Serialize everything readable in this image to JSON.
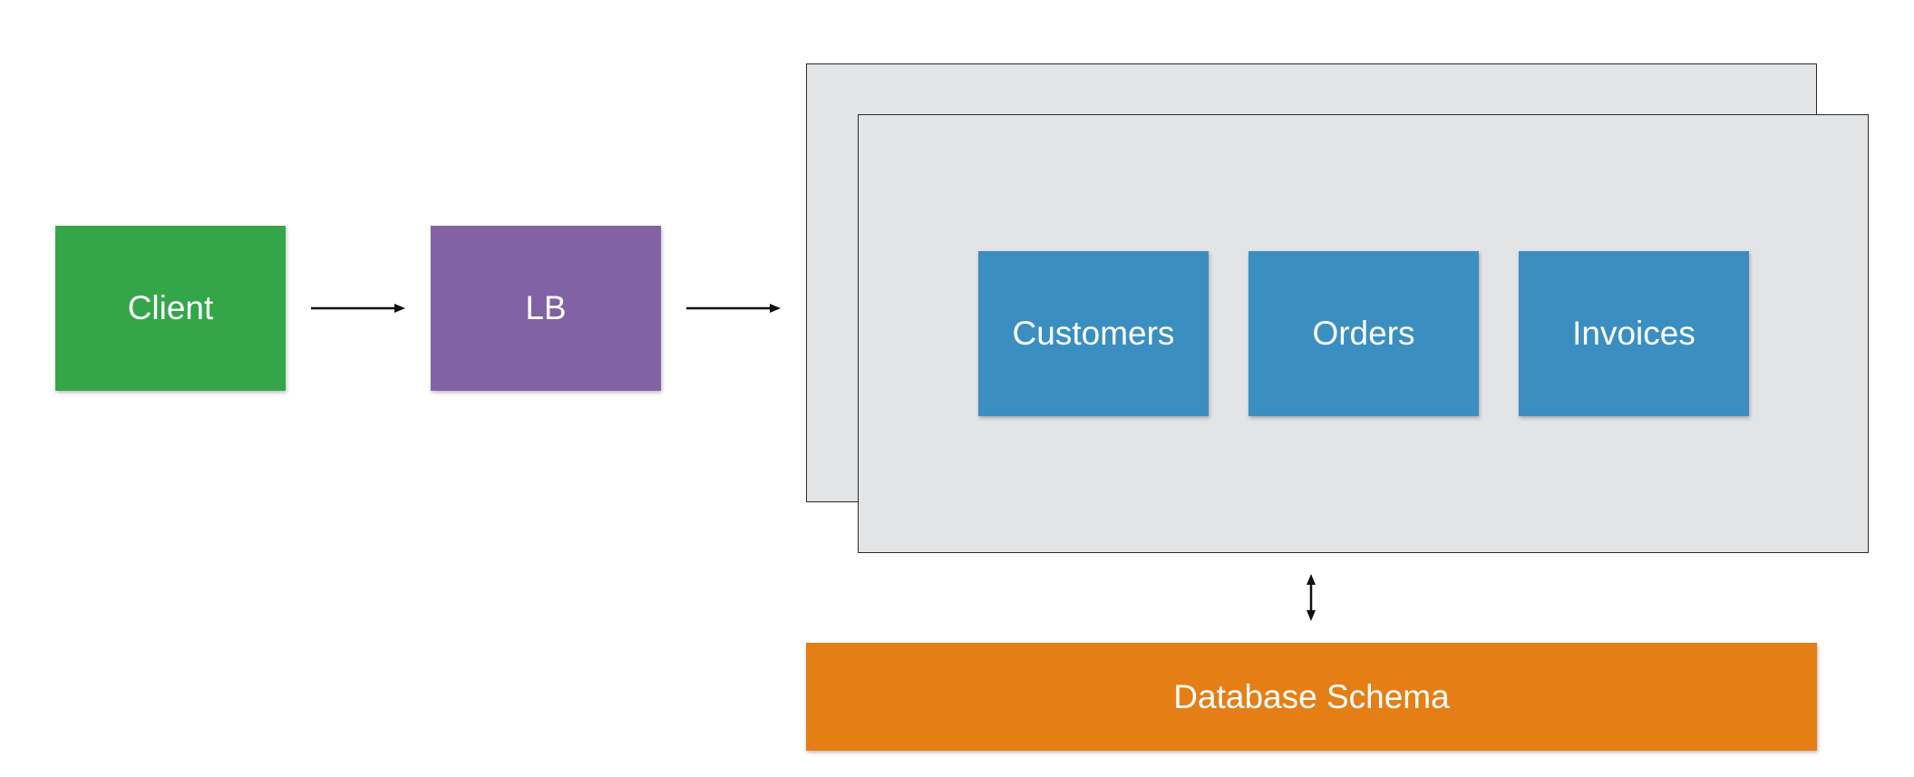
{
  "nodes": {
    "client": {
      "label": "Client",
      "color": "#34a649"
    },
    "lb": {
      "label": "LB",
      "color": "#8162a4"
    },
    "customers": {
      "label": "Customers",
      "color": "#3b8fc0"
    },
    "orders": {
      "label": "Orders",
      "color": "#3b8fc0"
    },
    "invoices": {
      "label": "Invoices",
      "color": "#3b8fc0"
    },
    "database": {
      "label": "Database Schema",
      "color": "#e57f15"
    }
  },
  "colors": {
    "panel": "#e3e4e6",
    "panel_border": "#2a2a2a",
    "arrow": "#111111"
  },
  "icons": {
    "client_to_lb": "arrow-right-icon",
    "lb_to_cluster": "arrow-right-icon",
    "cluster_db": "arrow-up-down-icon"
  }
}
